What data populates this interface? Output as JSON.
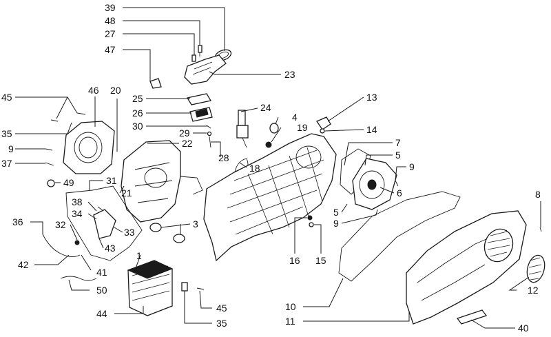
{
  "callouts": [
    {
      "id": "39",
      "label": "39"
    },
    {
      "id": "48",
      "label": "48"
    },
    {
      "id": "27",
      "label": "27"
    },
    {
      "id": "47",
      "label": "47"
    },
    {
      "id": "23",
      "label": "23"
    },
    {
      "id": "45a",
      "label": "45"
    },
    {
      "id": "46",
      "label": "46"
    },
    {
      "id": "20",
      "label": "20"
    },
    {
      "id": "25",
      "label": "25"
    },
    {
      "id": "26",
      "label": "26"
    },
    {
      "id": "30",
      "label": "30"
    },
    {
      "id": "29",
      "label": "29"
    },
    {
      "id": "24",
      "label": "24"
    },
    {
      "id": "4",
      "label": "4"
    },
    {
      "id": "19",
      "label": "19"
    },
    {
      "id": "13",
      "label": "13"
    },
    {
      "id": "14",
      "label": "14"
    },
    {
      "id": "35a",
      "label": "35"
    },
    {
      "id": "9a",
      "label": "9"
    },
    {
      "id": "22",
      "label": "22"
    },
    {
      "id": "37",
      "label": "37"
    },
    {
      "id": "28",
      "label": "28"
    },
    {
      "id": "18",
      "label": "18"
    },
    {
      "id": "7",
      "label": "7"
    },
    {
      "id": "5a",
      "label": "5"
    },
    {
      "id": "9b",
      "label": "9"
    },
    {
      "id": "49",
      "label": "49"
    },
    {
      "id": "31",
      "label": "31"
    },
    {
      "id": "21",
      "label": "21"
    },
    {
      "id": "38",
      "label": "38"
    },
    {
      "id": "34",
      "label": "34"
    },
    {
      "id": "36",
      "label": "36"
    },
    {
      "id": "32",
      "label": "32"
    },
    {
      "id": "33",
      "label": "33"
    },
    {
      "id": "43",
      "label": "43"
    },
    {
      "id": "3",
      "label": "3"
    },
    {
      "id": "6",
      "label": "6"
    },
    {
      "id": "5b",
      "label": "5"
    },
    {
      "id": "9c",
      "label": "9"
    },
    {
      "id": "8",
      "label": "8"
    },
    {
      "id": "1",
      "label": "1"
    },
    {
      "id": "42",
      "label": "42"
    },
    {
      "id": "41",
      "label": "41"
    },
    {
      "id": "16",
      "label": "16"
    },
    {
      "id": "15",
      "label": "15"
    },
    {
      "id": "50",
      "label": "50"
    },
    {
      "id": "12",
      "label": "12"
    },
    {
      "id": "10",
      "label": "10"
    },
    {
      "id": "45b",
      "label": "45"
    },
    {
      "id": "44",
      "label": "44"
    },
    {
      "id": "11",
      "label": "11"
    },
    {
      "id": "35b",
      "label": "35"
    },
    {
      "id": "40",
      "label": "40"
    }
  ]
}
